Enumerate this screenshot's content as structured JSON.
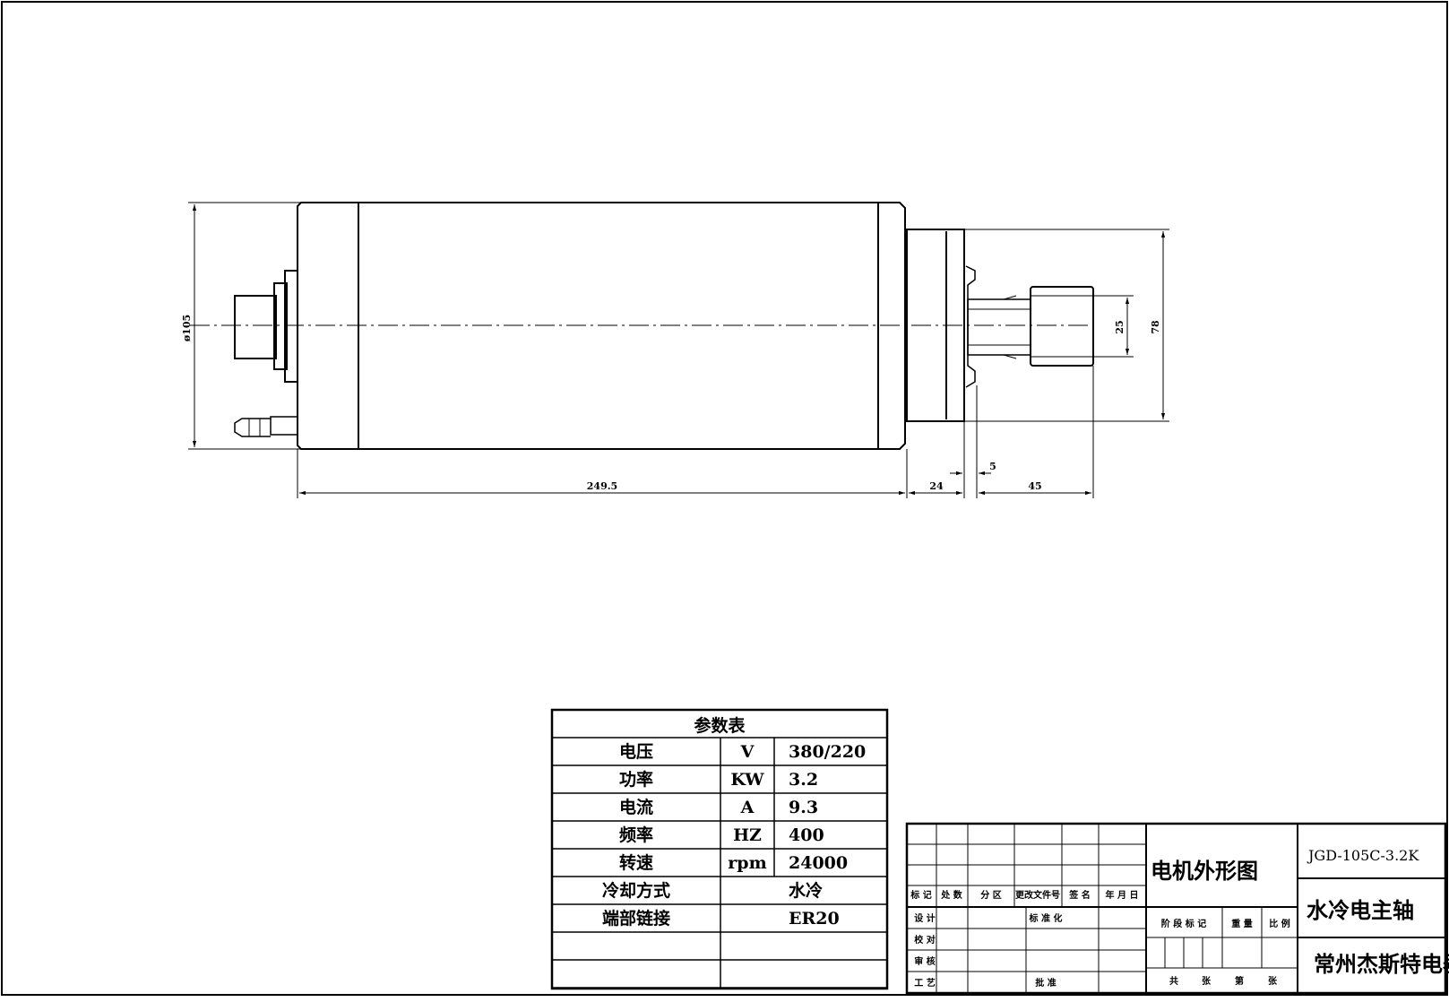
{
  "drawing": {
    "dimensions": {
      "diameter": "ø105",
      "length_body": "249.5",
      "length_flange": "24",
      "gap": "5",
      "length_nose": "45",
      "collet_height": "25",
      "flange_height": "78"
    }
  },
  "param_table": {
    "title": "参数表",
    "rows": [
      {
        "name": "电压",
        "unit": "V",
        "value": "380/220"
      },
      {
        "name": "功率",
        "unit": "KW",
        "value": "3.2"
      },
      {
        "name": "电流",
        "unit": "A",
        "value": "9.3"
      },
      {
        "name": "频率",
        "unit": "HZ",
        "value": "400"
      },
      {
        "name": "转速",
        "unit": "rpm",
        "value": "24000"
      },
      {
        "name": "冷却方式",
        "unit": "",
        "value": "水冷"
      },
      {
        "name": "端部链接",
        "unit": "",
        "value": "ER20"
      }
    ]
  },
  "title_block": {
    "header_labels": [
      "标 记",
      "处 数",
      "分 区",
      "更改文件号",
      "签 名",
      "年 月 日"
    ],
    "role_labels": [
      "设 计",
      "校 对",
      "审 核",
      "工 艺"
    ],
    "standard_label": "标 准 化",
    "approve_label": "批 准",
    "stage_label": "阶 段 标 记",
    "weight_label": "重 量",
    "scale_label": "比 例",
    "sheet_labels": [
      "共",
      "张",
      "第",
      "张"
    ],
    "drawing_title": "电机外形图",
    "model": "JGD-105C-3.2K",
    "product_name": "水冷电主轴",
    "company": "常州杰斯特电器"
  }
}
